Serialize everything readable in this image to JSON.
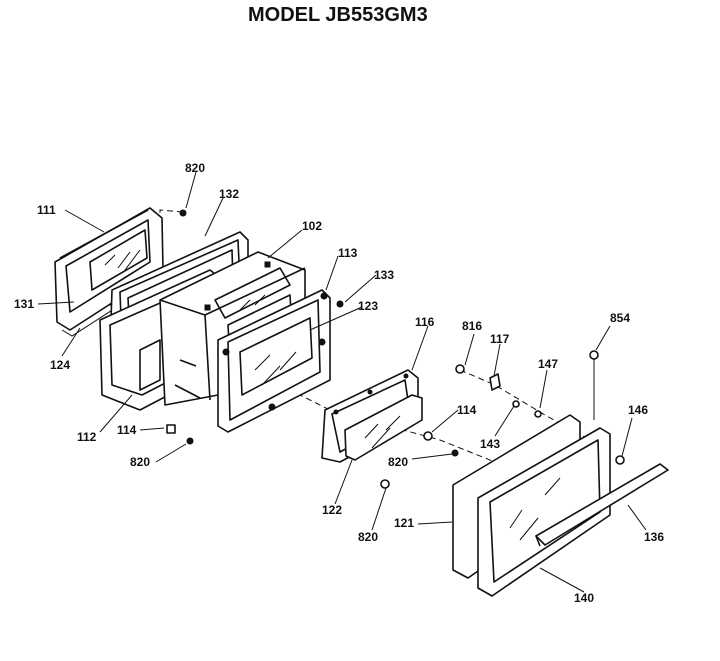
{
  "title": "MODEL JB553GM3",
  "labels": {
    "l820a": "820",
    "l132": "132",
    "l111": "111",
    "l102": "102",
    "l113": "113",
    "l133": "133",
    "l123": "123",
    "l131": "131",
    "l124": "124",
    "l116": "116",
    "l816": "816",
    "l117": "117",
    "l854": "854",
    "l147": "147",
    "l112": "112",
    "l114a": "114",
    "l820b": "820",
    "l114b": "114",
    "l143": "143",
    "l146": "146",
    "l820c": "820",
    "l122": "122",
    "l820d": "820",
    "l121": "121",
    "l136": "136",
    "l140": "140"
  }
}
